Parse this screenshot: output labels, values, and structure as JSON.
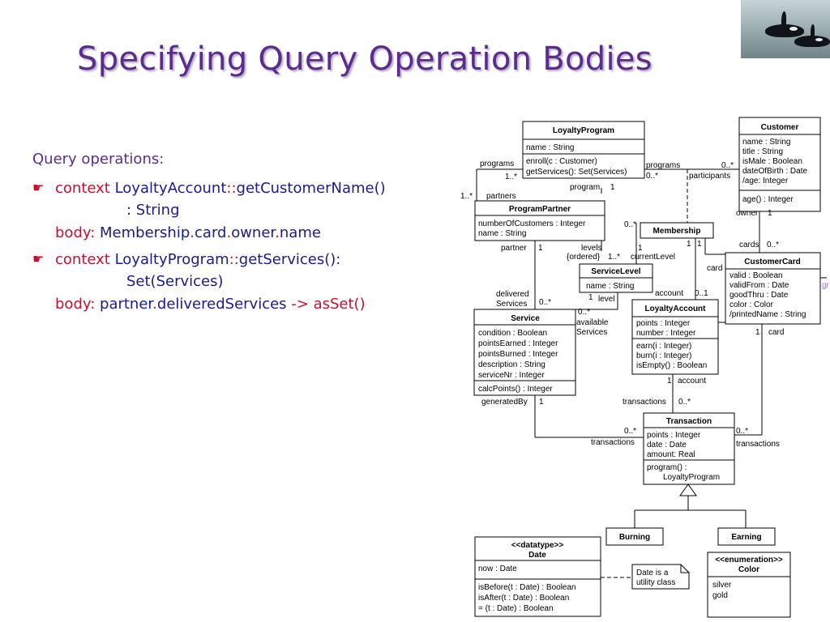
{
  "title": "Specifying Query Operation Bodies",
  "photo": {
    "icon": "orca-photo-icon"
  },
  "text": {
    "heading": "Query operations:",
    "item1": {
      "context_kw": "context",
      "classname": "LoyaltyAccount",
      "sep": "::",
      "operation": "getCustomerName()",
      "return_type": ": String",
      "body_kw": "body:",
      "body_a": "Membership",
      "dot1": ".",
      "body_b": "card",
      "dot2": ".",
      "body_c": "owner",
      "dot3": ".",
      "body_d": "name"
    },
    "item2": {
      "context_kw": "context",
      "classname": "LoyaltyProgram",
      "sep": "::",
      "operation": "getServices():",
      "return_type": "Set(Services)",
      "body_kw": "body:",
      "body_a": "partner",
      "dot1": ".",
      "body_b": "deliveredServices",
      "arrow": "->",
      "body_c": "asSet()"
    }
  },
  "diagram": {
    "classes": {
      "loyalty_program": {
        "name": "LoyaltyProgram",
        "attrs": [
          "name : String"
        ],
        "ops": [
          "enroll(c : Customer)",
          "getServices(): Set(Services)"
        ]
      },
      "customer": {
        "name": "Customer",
        "attrs": [
          "name : String",
          "title : String",
          "isMale : Boolean",
          "dateOfBirth : Date",
          "/age: Integer"
        ],
        "ops": [
          "age() : Integer"
        ]
      },
      "program_partner": {
        "name": "ProgramPartner",
        "attrs": [
          "numberOfCustomers : Integer",
          "name : String"
        ]
      },
      "membership": {
        "name": "Membership"
      },
      "service_level": {
        "name": "ServiceLevel",
        "attrs": [
          "name : String"
        ]
      },
      "customer_card": {
        "name": "CustomerCard",
        "attrs": [
          "valid : Boolean",
          "validFrom : Date",
          "goodThru : Date",
          "color : Color",
          "/printedName : String"
        ]
      },
      "loyalty_account": {
        "name": "LoyaltyAccount",
        "attrs": [
          "points : Integer",
          "number : Integer"
        ],
        "ops": [
          "earn(i : Integer)",
          "burn(i : Integer)",
          "isEmpty() : Boolean"
        ]
      },
      "service": {
        "name": "Service",
        "attrs": [
          "condition : Boolean",
          "pointsEarned : Integer",
          "pointsBurned : Integer",
          "description : String",
          "serviceNr : Integer"
        ],
        "ops": [
          "calcPoints() : Integer"
        ]
      },
      "transaction": {
        "name": "Transaction",
        "attrs": [
          "points : Integer",
          "date : Date",
          "amount: Real"
        ],
        "ops": [
          "program() :",
          "LoyaltyProgram"
        ]
      },
      "burning": {
        "name": "Burning"
      },
      "earning": {
        "name": "Earning"
      },
      "date": {
        "stereotype": "<<datatype>>",
        "name": "Date",
        "attrs": [
          "now : Date"
        ],
        "ops": [
          "isBefore(t : Date) : Boolean",
          "isAfter(t : Date) : Boolean",
          "= (t : Date) : Boolean"
        ]
      },
      "color": {
        "stereotype": "<<enumeration>>",
        "name": "Color",
        "attrs": [
          "silver",
          "gold"
        ]
      }
    },
    "note": [
      "Date is a",
      "utility class"
    ],
    "labels": {
      "programs_left": "programs",
      "mult_1_star_a": "1..*",
      "mult_1_star_b": "1..*",
      "partners": "partners",
      "program": "program",
      "mult_1_program": "1",
      "programs_right": "programs",
      "mult_0_star_programs": "0..*",
      "mult_0_star_participants": "0..*",
      "participants": "participants",
      "owner": "owner",
      "mult_1_owner": "1",
      "partner": "partner",
      "mult_1_partner": "1",
      "levels": "levels",
      "ordered": "{ordered}",
      "mult_1_star_levels": "1..*",
      "mult_0_star_membership": "0..*",
      "mult_1_current": "1",
      "current_level": "currentLevel",
      "mult_1_m1": "1",
      "mult_1_m2": "1",
      "cards": "cards",
      "mult_0_star_cards": "0..*",
      "card": "card",
      "delivered": "delivered",
      "services": "Services",
      "mult_0_star_delivered": "0..*",
      "mult_1_level": "1",
      "level": "level",
      "account": "account",
      "mult_0_1": "0..1",
      "mult_0_star_available": "0..*",
      "available": "available",
      "available_services": "Services",
      "mult_1_card": "1",
      "card_bottom": "card",
      "mult_1_account": "1",
      "account_bottom": "account",
      "transactions_mid": "transactions",
      "mult_0_star_transactions_mid": "0..*",
      "generated_by": "generatedBy",
      "mult_1_generated": "1",
      "mult_0_star_transactions_left": "0..*",
      "transactions_left": "transactions",
      "mult_0_star_transactions_right": "0..*",
      "transactions_right": "transactions"
    },
    "edge_fragment": "gr",
    "colors": {
      "line": "#000000",
      "fragment": "#a070c0"
    }
  }
}
